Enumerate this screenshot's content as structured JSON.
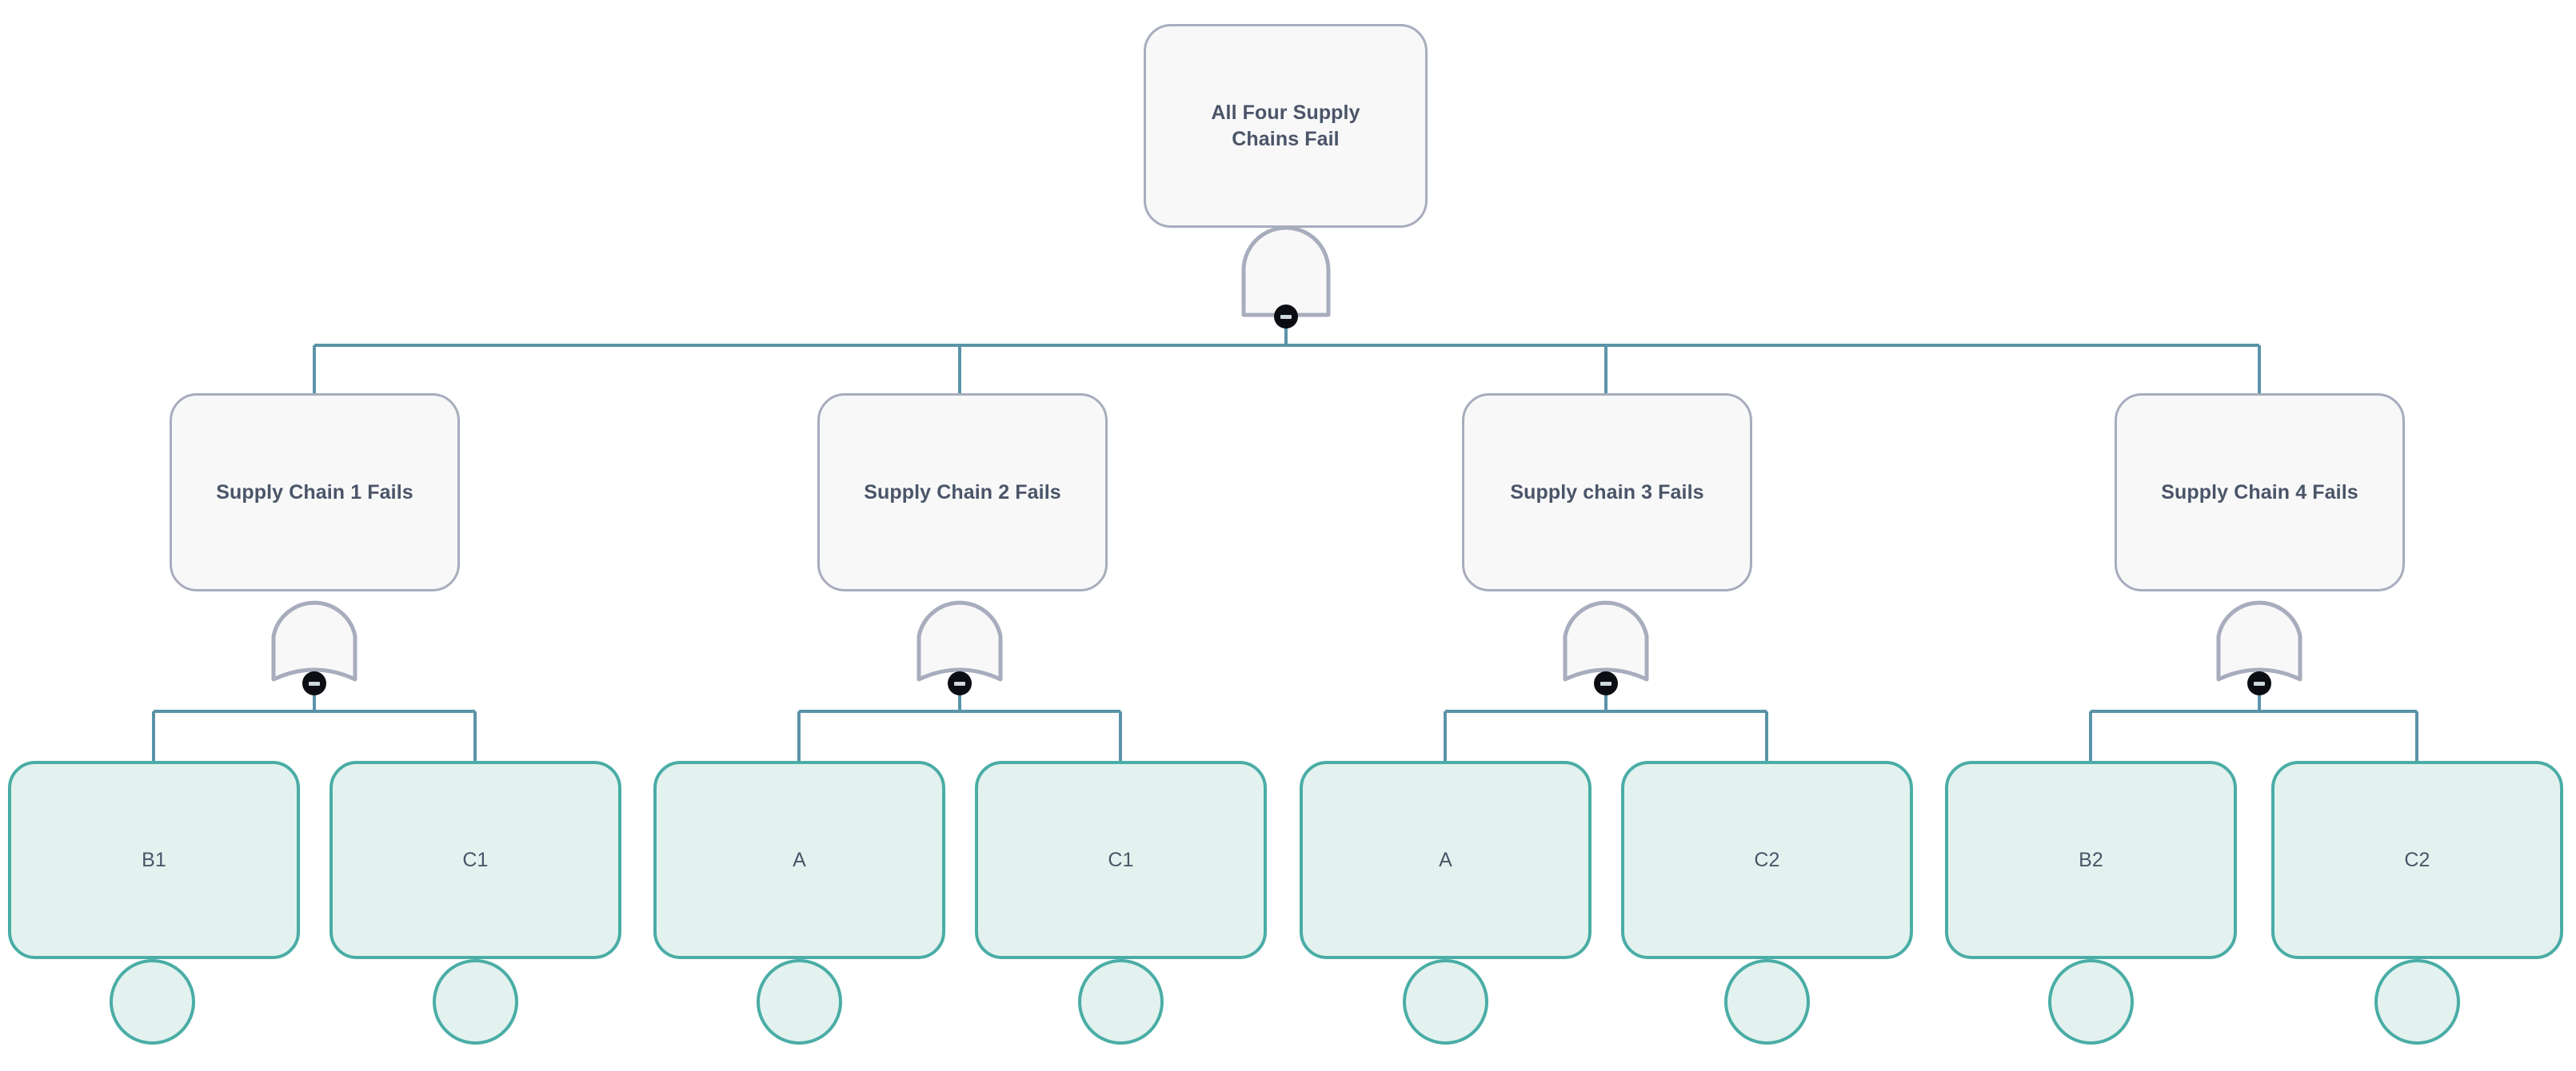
{
  "diagram": {
    "title": "Fault Tree Analysis",
    "type": "fault-tree",
    "background_color": "#ffffff"
  },
  "palette": {
    "intermediate_fill": "#f8f8f9",
    "intermediate_border": "#a8adbd",
    "basic_fill": "#e3f2ef",
    "basic_border": "#4aada6",
    "connector": "#5b93a8",
    "text": "#4a5568",
    "badge": "#0b0d12",
    "badge_dash": "#cfd8dc"
  },
  "root": {
    "label": "All Four Supply\nChains Fail",
    "gate": "AND",
    "gate_badge_icon": "collapse-handle-icon"
  },
  "intermediate": [
    {
      "label": "Supply Chain 1 Fails",
      "gate": "OR",
      "gate_badge_icon": "collapse-handle-icon"
    },
    {
      "label": "Supply Chain 2 Fails",
      "gate": "OR",
      "gate_badge_icon": "collapse-handle-icon"
    },
    {
      "label": "Supply chain 3 Fails",
      "gate": "OR",
      "gate_badge_icon": "collapse-handle-icon"
    },
    {
      "label": "Supply Chain 4 Fails",
      "gate": "OR",
      "gate_badge_icon": "collapse-handle-icon"
    }
  ],
  "basic_events": [
    {
      "label": "B1",
      "symbol": "basic-event-circle"
    },
    {
      "label": "C1",
      "symbol": "basic-event-circle"
    },
    {
      "label": "A",
      "symbol": "basic-event-circle"
    },
    {
      "label": "C1",
      "symbol": "basic-event-circle"
    },
    {
      "label": "A",
      "symbol": "basic-event-circle"
    },
    {
      "label": "C2",
      "symbol": "basic-event-circle"
    },
    {
      "label": "B2",
      "symbol": "basic-event-circle"
    },
    {
      "label": "C2",
      "symbol": "basic-event-circle"
    }
  ],
  "groups": [
    {
      "parent": "Supply Chain 1 Fails",
      "children": [
        "B1",
        "C1"
      ]
    },
    {
      "parent": "Supply Chain 2 Fails",
      "children": [
        "A",
        "C1"
      ]
    },
    {
      "parent": "Supply chain 3 Fails",
      "children": [
        "A",
        "C2"
      ]
    },
    {
      "parent": "Supply Chain 4 Fails",
      "children": [
        "B2",
        "C2"
      ]
    }
  ]
}
